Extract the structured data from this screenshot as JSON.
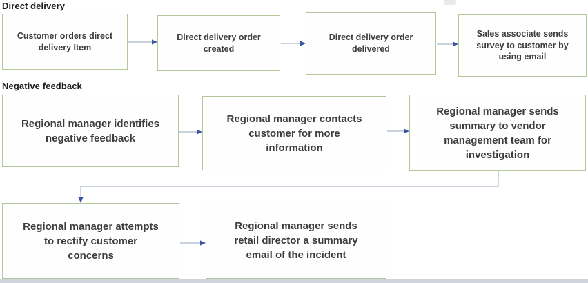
{
  "colors": {
    "box_border": "#b3c79a",
    "box_fill": "#fefefe",
    "connector_line": "#b9c3d6",
    "arrowhead": "#3a56a0",
    "box_text": "#3d3d3d",
    "title_text": "#1b1b1b",
    "bottom_strip": "#cfd5dc"
  },
  "diagram": {
    "sections": [
      {
        "title": "Direct delivery",
        "steps": [
          "Customer orders direct\ndelivery Item",
          "Direct delivery order\ncreated",
          "Direct delivery order\ndelivered",
          "Sales associate sends\nsurvey to customer by\nusing email"
        ]
      },
      {
        "title": "Negative feedback",
        "steps": [
          "Regional manager identifies\nnegative feedback",
          "Regional manager contacts\ncustomer for more\ninformation",
          "Regional manager sends\nsummary to vendor\nmanagement team for\ninvestigation",
          "Regional manager attempts\nto rectify customer\nconcerns",
          "Regional manager sends\nretail director a summary\nemail of the incident"
        ]
      }
    ]
  }
}
